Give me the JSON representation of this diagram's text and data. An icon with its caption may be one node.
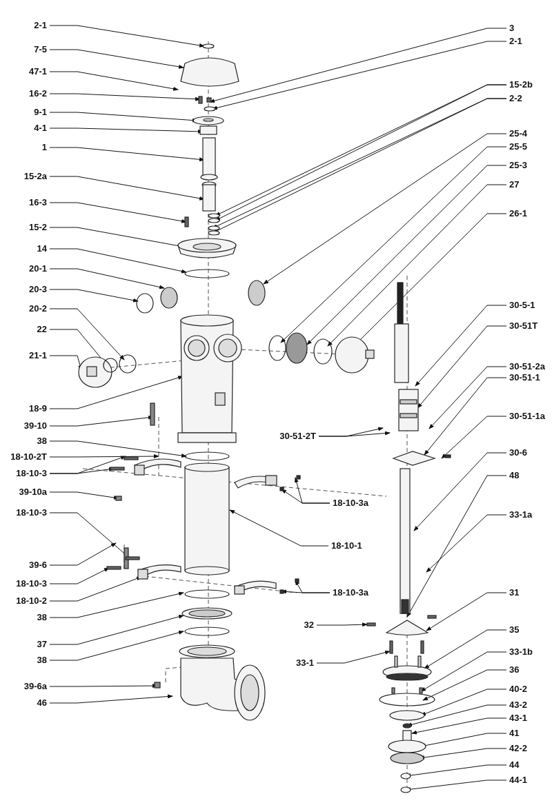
{
  "diagram": {
    "nodes": [
      {
        "text": [
          "2-1"
        ]
      },
      {
        "text": [
          "7-5"
        ]
      },
      {
        "text": [
          "47-1"
        ]
      },
      {
        "text": [
          "16-2"
        ]
      },
      {
        "text": [
          "9-1"
        ]
      },
      {
        "text": [
          "4-1"
        ]
      },
      {
        "text": [
          "1"
        ]
      },
      {
        "text": [
          "15-2a"
        ]
      },
      {
        "text": [
          "16-3"
        ]
      },
      {
        "text": [
          "15-2"
        ]
      },
      {
        "text": [
          "14"
        ]
      },
      {
        "text": [
          "20-1"
        ]
      },
      {
        "text": [
          "20-3"
        ]
      },
      {
        "text": [
          "20-2"
        ]
      },
      {
        "text": [
          "22"
        ]
      },
      {
        "text": [
          "21-1"
        ]
      },
      {
        "text": [
          "18-9"
        ]
      },
      {
        "text": [
          "39-10"
        ]
      },
      {
        "text": [
          "38"
        ]
      },
      {
        "text": [
          "18-10-2T"
        ]
      },
      {
        "text": [
          "18-10-3"
        ]
      },
      {
        "text": [
          "39-10a"
        ]
      },
      {
        "text": [
          "18-10-3"
        ]
      },
      {
        "text": [
          "39-6"
        ]
      },
      {
        "text": [
          "18-10-3"
        ]
      },
      {
        "text": [
          "18-10-2"
        ]
      },
      {
        "text": [
          "38"
        ]
      },
      {
        "text": [
          "37"
        ]
      },
      {
        "text": [
          "38"
        ]
      },
      {
        "text": [
          "39-6a"
        ]
      },
      {
        "text": [
          "46"
        ]
      },
      {
        "text": [
          "3"
        ]
      },
      {
        "text": [
          "2-1"
        ]
      },
      {
        "text": [
          "15-2b"
        ]
      },
      {
        "text": [
          "2-2"
        ]
      },
      {
        "text": [
          "25-4"
        ]
      },
      {
        "text": [
          "25-5"
        ]
      },
      {
        "text": [
          "25-3"
        ]
      },
      {
        "text": [
          "27"
        ]
      },
      {
        "text": [
          "26-1"
        ]
      },
      {
        "text": [
          "30-5-1"
        ]
      },
      {
        "text": [
          "30-51T"
        ]
      },
      {
        "text": [
          "30-51-2a"
        ]
      },
      {
        "text": [
          "30-51-1"
        ]
      },
      {
        "text": [
          "30-51-1a"
        ]
      },
      {
        "text": [
          "30-51-2T"
        ]
      },
      {
        "text": [
          "30-6"
        ]
      },
      {
        "text": [
          "48"
        ]
      },
      {
        "text": [
          "33-1a"
        ]
      },
      {
        "text": [
          "18-10-3a"
        ]
      },
      {
        "text": [
          "18-10-1"
        ]
      },
      {
        "text": [
          "18-10-3a"
        ]
      },
      {
        "text": [
          "31"
        ]
      },
      {
        "text": [
          "32"
        ]
      },
      {
        "text": [
          "35"
        ]
      },
      {
        "text": [
          "33-1"
        ]
      },
      {
        "text": [
          "33-1b"
        ]
      },
      {
        "text": [
          "36"
        ]
      },
      {
        "text": [
          "40-2"
        ]
      },
      {
        "text": [
          "43-2"
        ]
      },
      {
        "text": [
          "43-1"
        ]
      },
      {
        "text": [
          "41"
        ]
      },
      {
        "text": [
          "42-2"
        ]
      },
      {
        "text": [
          "44"
        ]
      },
      {
        "text": [
          "44-1"
        ]
      }
    ],
    "edges": [
      {
        "from": 0,
        "to": null,
        "arrow": "to"
      },
      {
        "from": 1,
        "to": null,
        "arrow": "to"
      },
      {
        "from": 2,
        "to": null,
        "arrow": "to"
      },
      {
        "from": 3,
        "to": null,
        "arrow": "to"
      },
      {
        "from": 4,
        "to": null,
        "arrow": "to"
      },
      {
        "from": 5,
        "to": null,
        "arrow": "to"
      },
      {
        "from": 6,
        "to": null,
        "arrow": "to"
      },
      {
        "from": 7,
        "to": null,
        "arrow": "to"
      },
      {
        "from": 8,
        "to": null,
        "arrow": "to"
      },
      {
        "from": 9,
        "to": null,
        "arrow": "to"
      },
      {
        "from": 10,
        "to": null,
        "arrow": "to"
      },
      {
        "from": 11,
        "to": null,
        "arrow": "to"
      },
      {
        "from": 12,
        "to": null,
        "arrow": "to"
      },
      {
        "from": 13,
        "to": null,
        "arrow": "to"
      },
      {
        "from": 14,
        "to": null,
        "arrow": "to"
      },
      {
        "from": 15,
        "to": null,
        "arrow": "to"
      },
      {
        "from": 16,
        "to": null,
        "arrow": "to"
      },
      {
        "from": 17,
        "to": null,
        "arrow": "to"
      },
      {
        "from": 18,
        "to": null,
        "arrow": "to"
      },
      {
        "from": 19,
        "to": null,
        "arrow": "to"
      },
      {
        "from": 20,
        "to": null,
        "arrow": "to"
      },
      {
        "from": 20,
        "to": null,
        "arrow": "to"
      },
      {
        "from": 21,
        "to": null,
        "arrow": "to"
      },
      {
        "from": 22,
        "to": null,
        "arrow": "to"
      },
      {
        "from": 23,
        "to": null,
        "arrow": "to"
      },
      {
        "from": 24,
        "to": null,
        "arrow": "to"
      },
      {
        "from": 25,
        "to": null,
        "arrow": "to"
      },
      {
        "from": 26,
        "to": null,
        "arrow": "to"
      },
      {
        "from": 27,
        "to": null,
        "arrow": "to"
      },
      {
        "from": 28,
        "to": null,
        "arrow": "to"
      },
      {
        "from": 29,
        "to": null,
        "arrow": "to"
      },
      {
        "from": 30,
        "to": null,
        "arrow": "to"
      },
      {
        "from": 31,
        "to": null,
        "arrow": "to"
      },
      {
        "from": 32,
        "to": null,
        "arrow": "to"
      },
      {
        "from": 33,
        "to": null,
        "arrow": "to"
      },
      {
        "from": 33,
        "to": null,
        "arrow": "to"
      },
      {
        "from": 34,
        "to": null,
        "arrow": "to"
      },
      {
        "from": 34,
        "to": null,
        "arrow": "to"
      },
      {
        "from": 35,
        "to": null,
        "arrow": "to"
      },
      {
        "from": 36,
        "to": null,
        "arrow": "to"
      },
      {
        "from": 37,
        "to": null,
        "arrow": "to"
      },
      {
        "from": 38,
        "to": null,
        "arrow": "to"
      },
      {
        "from": 39,
        "to": null,
        "arrow": "to"
      },
      {
        "from": 40,
        "to": null,
        "arrow": "to"
      },
      {
        "from": 41,
        "to": null,
        "arrow": "to"
      },
      {
        "from": 42,
        "to": null,
        "arrow": "to"
      },
      {
        "from": 43,
        "to": null,
        "arrow": "to"
      },
      {
        "from": 44,
        "to": null,
        "arrow": "to"
      },
      {
        "from": 45,
        "to": null,
        "arrow": "to"
      },
      {
        "from": 45,
        "to": null,
        "arrow": "to"
      },
      {
        "from": 46,
        "to": null,
        "arrow": "to"
      },
      {
        "from": 47,
        "to": null,
        "arrow": "to"
      },
      {
        "from": 48,
        "to": null,
        "arrow": "to"
      },
      {
        "from": 49,
        "to": null,
        "arrow": "to"
      },
      {
        "from": 49,
        "to": null,
        "arrow": "to"
      },
      {
        "from": 50,
        "to": null,
        "arrow": "to"
      },
      {
        "from": 51,
        "to": null,
        "arrow": "to"
      },
      {
        "from": 51,
        "to": null,
        "arrow": "to"
      },
      {
        "from": 52,
        "to": null,
        "arrow": "to"
      },
      {
        "from": 53,
        "to": null,
        "arrow": "to"
      },
      {
        "from": 54,
        "to": null,
        "arrow": "to"
      },
      {
        "from": 55,
        "to": null,
        "arrow": "to"
      },
      {
        "from": 56,
        "to": null,
        "arrow": "to"
      },
      {
        "from": 57,
        "to": null,
        "arrow": "to"
      },
      {
        "from": 58,
        "to": null,
        "arrow": "to"
      },
      {
        "from": 59,
        "to": null,
        "arrow": "to"
      },
      {
        "from": 60,
        "to": null,
        "arrow": "to"
      },
      {
        "from": 61,
        "to": null,
        "arrow": "to"
      },
      {
        "from": 62,
        "to": null,
        "arrow": "to"
      },
      {
        "from": 63,
        "to": null,
        "arrow": "to"
      },
      {
        "from": 64,
        "to": null,
        "arrow": "to"
      }
    ]
  }
}
